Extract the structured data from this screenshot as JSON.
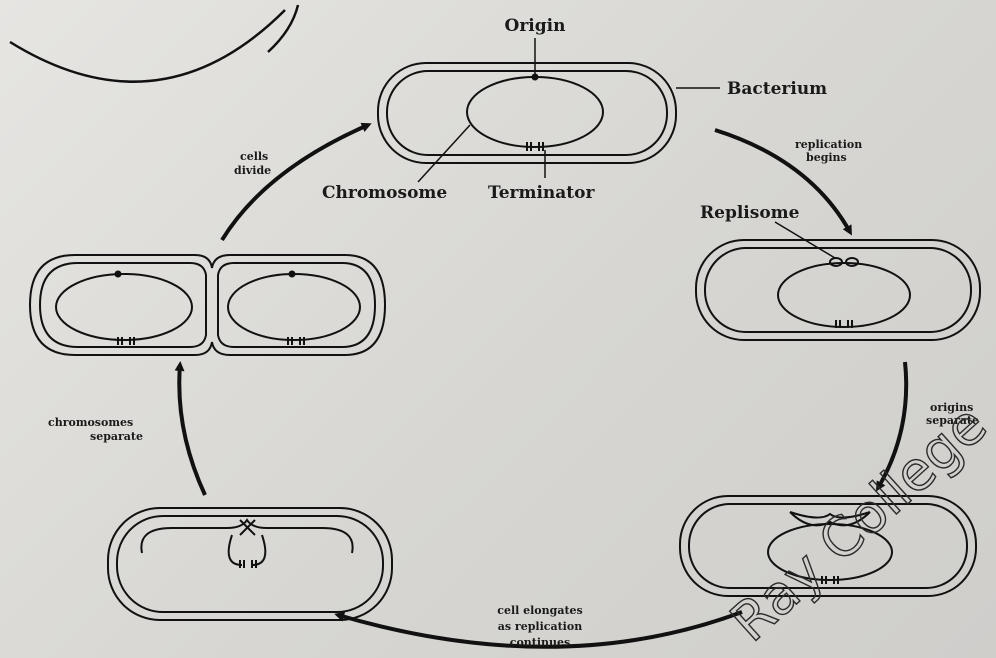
{
  "labels": {
    "origin": "Origin",
    "bacterium": "Bacterium",
    "chromosome": "Chromosome",
    "terminator": "Terminator",
    "replisome": "Replisome"
  },
  "steps": {
    "replication_begins": [
      "replication",
      "begins"
    ],
    "origins_separate": [
      "origins",
      "separate"
    ],
    "cell_elongates": [
      "cell elongates",
      "as replication",
      "continues"
    ],
    "chromosomes_separate": [
      "chromosomes",
      "separate"
    ],
    "cells_divide": [
      "cells",
      "divide"
    ]
  },
  "watermark": "Ray College"
}
